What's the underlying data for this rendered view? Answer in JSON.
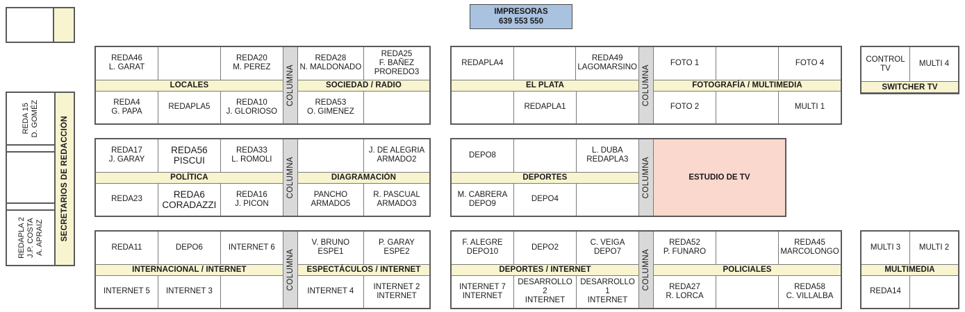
{
  "printers": {
    "title": "IMPRESORAS",
    "codes": "639  553  550"
  },
  "sidebar": {
    "top_box": {
      "label": ""
    },
    "vertical_label": "SECRETARIOS DE REDACCIÓN",
    "cells": [
      {
        "text": "REDA 15\nD. GOMÉZ"
      },
      {
        "text": ""
      },
      {
        "text": ""
      },
      {
        "text": ""
      },
      {
        "text": "REDAPLA 2\nJ.P. COSTA\nA. APRAIZ"
      }
    ]
  },
  "columna_label": "COLUMNA",
  "blocks": [
    {
      "id": "locales",
      "label": "LOCALES",
      "top": [
        "REDA46\nL. GARAT",
        "",
        "REDA20\nM. PEREZ"
      ],
      "bottom": [
        "REDA4\nG. PAPA",
        "REDAPLA5",
        "REDA10\nJ. GLORIOSO"
      ]
    },
    {
      "id": "sociedad-radio",
      "label": "SOCIEDAD / RADIO",
      "top": [
        "REDA28\nN. MALDONADO",
        "REDA25\nF. BAÑEZ\nPROREDO3"
      ],
      "bottom": [
        "REDA53\nO. GIMENEZ",
        ""
      ]
    },
    {
      "id": "el-plata",
      "label": "EL PLATA",
      "top": [
        "REDAPLA4",
        "",
        "REDA49\nLAGOMARSINO"
      ],
      "bottom": [
        "",
        "REDAPLA1",
        ""
      ]
    },
    {
      "id": "fotografia-multimedia",
      "label": "FOTOGRAFÍA / MULTIMEDIA",
      "top": [
        "FOTO 1",
        "",
        "FOTO 4"
      ],
      "bottom": [
        "FOTO 2",
        "",
        "MULTI 1"
      ]
    },
    {
      "id": "switcher-tv",
      "label": "SWITCHER TV",
      "top": [
        "CONTROL TV",
        "MULTI 4"
      ],
      "bottom": []
    },
    {
      "id": "politica",
      "label": "POLÍTICA",
      "top": [
        "REDA17\nJ. GARAY",
        "REDA56\nPISCUI",
        "REDA33\nL. ROMOLI"
      ],
      "bottom": [
        "REDA23",
        "REDA6\nCORADAZZI",
        "REDA16\nJ. PICON"
      ]
    },
    {
      "id": "diagramacion",
      "label": "DIAGRAMACIÓN",
      "top": [
        "",
        "J. DE ALEGRIA\nARMADO2"
      ],
      "bottom": [
        "PANCHO\nARMADO5",
        "R. PASCUAL\nARMADO3"
      ]
    },
    {
      "id": "deportes",
      "label": "DEPORTES",
      "top": [
        "DEPO8",
        "",
        "L. DUBA\nREDAPLA3"
      ],
      "bottom": [
        "M. CABRERA\nDEPO9",
        "DEPO4",
        ""
      ]
    },
    {
      "id": "estudio-de-tv",
      "label": "ESTUDIO DE TV",
      "top": [],
      "bottom": []
    },
    {
      "id": "internacional-internet",
      "label": "INTERNACIONAL / INTERNET",
      "top": [
        "REDA11",
        "DEPO6",
        "INTERNET 6"
      ],
      "bottom": [
        "INTERNET 5",
        "INTERNET 3",
        ""
      ]
    },
    {
      "id": "espectaculos-internet",
      "label": "ESPECTÁCULOS / INTERNET",
      "top": [
        "V. BRUNO\nESPE1",
        "P. GARAY\nESPE2"
      ],
      "bottom": [
        "INTERNET 4",
        "INTERNET 2\nINTERNET"
      ]
    },
    {
      "id": "deportes-internet",
      "label": "DEPORTES / INTERNET",
      "top": [
        "F. ALEGRE\nDEPO10",
        "DEPO2",
        "C. VEIGA\nDEPO7"
      ],
      "bottom": [
        "INTERNET 7\nINTERNET",
        "DESARROLLO 2\nINTERNET",
        "DESARROLLO 1\nINTERNET"
      ]
    },
    {
      "id": "policiales",
      "label": "POLICIALES",
      "top": [
        "REDA52\nP. FUNARO",
        "",
        "REDA45\nMARCOLONGO"
      ],
      "bottom": [
        "REDA27\nR. LORCA",
        "",
        "REDA58\nC. VILLALBA"
      ]
    },
    {
      "id": "multimedia",
      "label": "MULTIMEDIA",
      "top": [
        "MULTI 3",
        "MULTI 2"
      ],
      "bottom": [
        "REDA14",
        ""
      ]
    }
  ],
  "colors": {
    "label_bar": "#f7f4cf",
    "columna": "#d9d9d9",
    "printers": "#a9c2e0",
    "estudio": "#fbd8cd",
    "border": "#5a5a5a"
  }
}
